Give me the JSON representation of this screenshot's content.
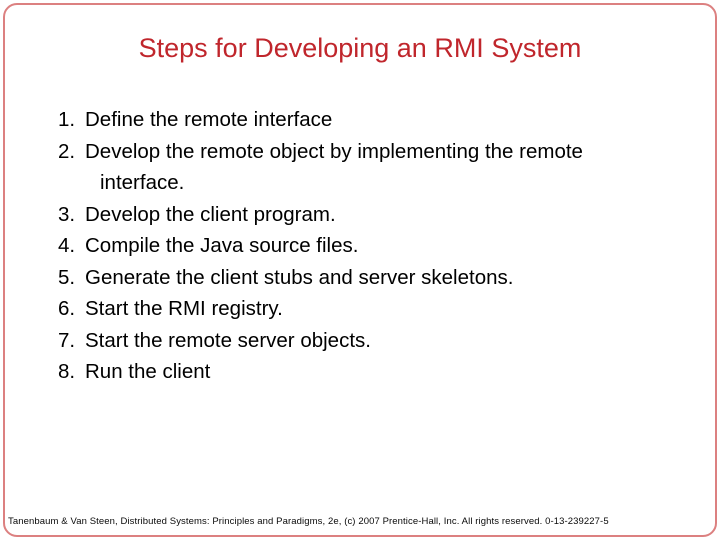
{
  "slide": {
    "title": "Steps for Developing an RMI System",
    "list": [
      {
        "num": "1.",
        "text": "Define the remote interface"
      },
      {
        "num": "2.",
        "text": "Develop the remote object by implementing the remote",
        "text2": "interface."
      },
      {
        "num": "3.",
        "text": "Develop the client program."
      },
      {
        "num": "4.",
        "text": "Compile the Java source files."
      },
      {
        "num": "5.",
        "text": "Generate the client stubs and server skeletons."
      },
      {
        "num": "6.",
        "text": "Start the RMI registry."
      },
      {
        "num": "7.",
        "text": "Start the remote server objects."
      },
      {
        "num": "8.",
        "text": "Run the client"
      }
    ],
    "footer": "Tanenbaum & Van Steen, Distributed Systems: Principles and Paradigms, 2e, (c) 2007 Prentice-Hall, Inc. All rights reserved. 0-13-239227-5",
    "colors": {
      "title": "#c0262c",
      "body": "#000000",
      "border": "#dc8080"
    }
  }
}
